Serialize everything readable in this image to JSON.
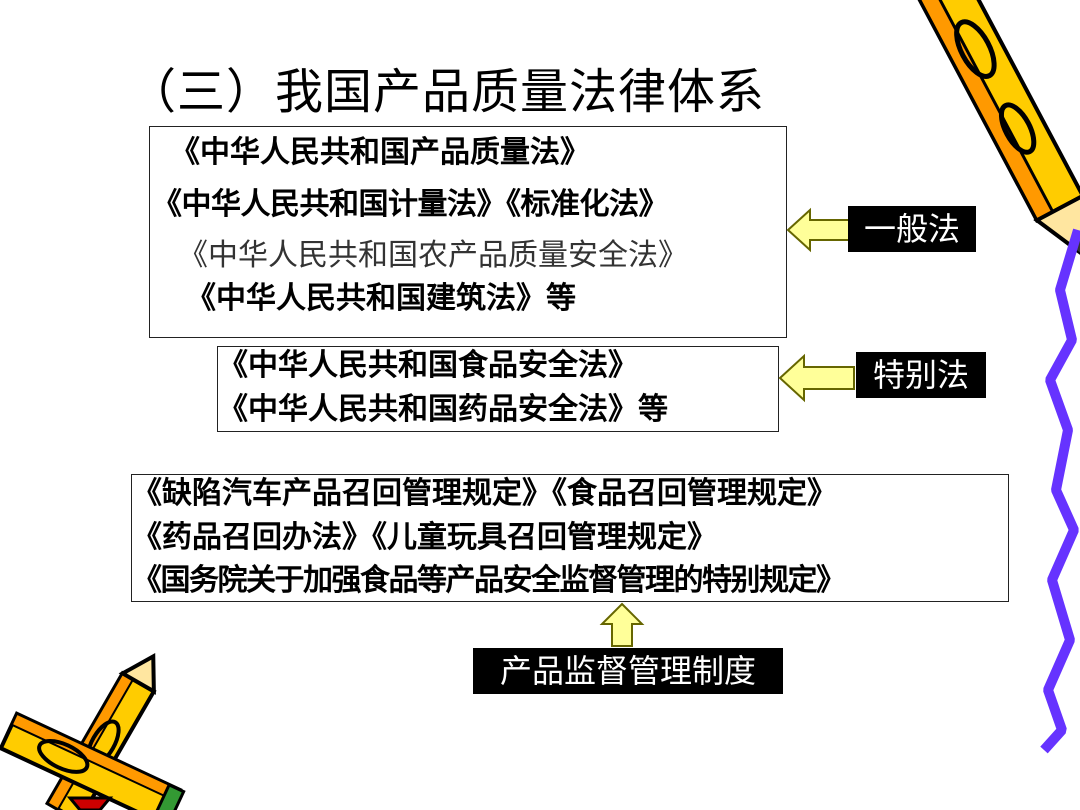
{
  "title": "（三）我国产品质量法律体系",
  "general_box": {
    "lines": [
      "《中华人民共和国产品质量法》",
      "《中华人民共和国计量法》《标准化法》",
      "《中华人民共和国农产品质量安全法》",
      "《中华人民共和国建筑法》等"
    ]
  },
  "special_box": {
    "lines": [
      "《中华人民共和国食品安全法》",
      "《中华人民共和国药品安全法》等"
    ]
  },
  "supervision_box": {
    "lines": [
      "《缺陷汽车产品召回管理规定》《食品召回管理规定》",
      "《药品召回办法》《儿童玩具召回管理规定》",
      "《国务院关于加强食品等产品安全监督管理的特别规定》"
    ]
  },
  "labels": {
    "general_law": "一般法",
    "special_law": "特别法",
    "supervision": "产品监督管理制度"
  },
  "colors": {
    "arrow_fill": "#ffff99",
    "arrow_stroke": "#666600",
    "wavy_line": "#6633ff",
    "pencil_yellow": "#ffcc00",
    "pencil_orange": "#ff9900",
    "pencil_red": "#cc0000"
  }
}
